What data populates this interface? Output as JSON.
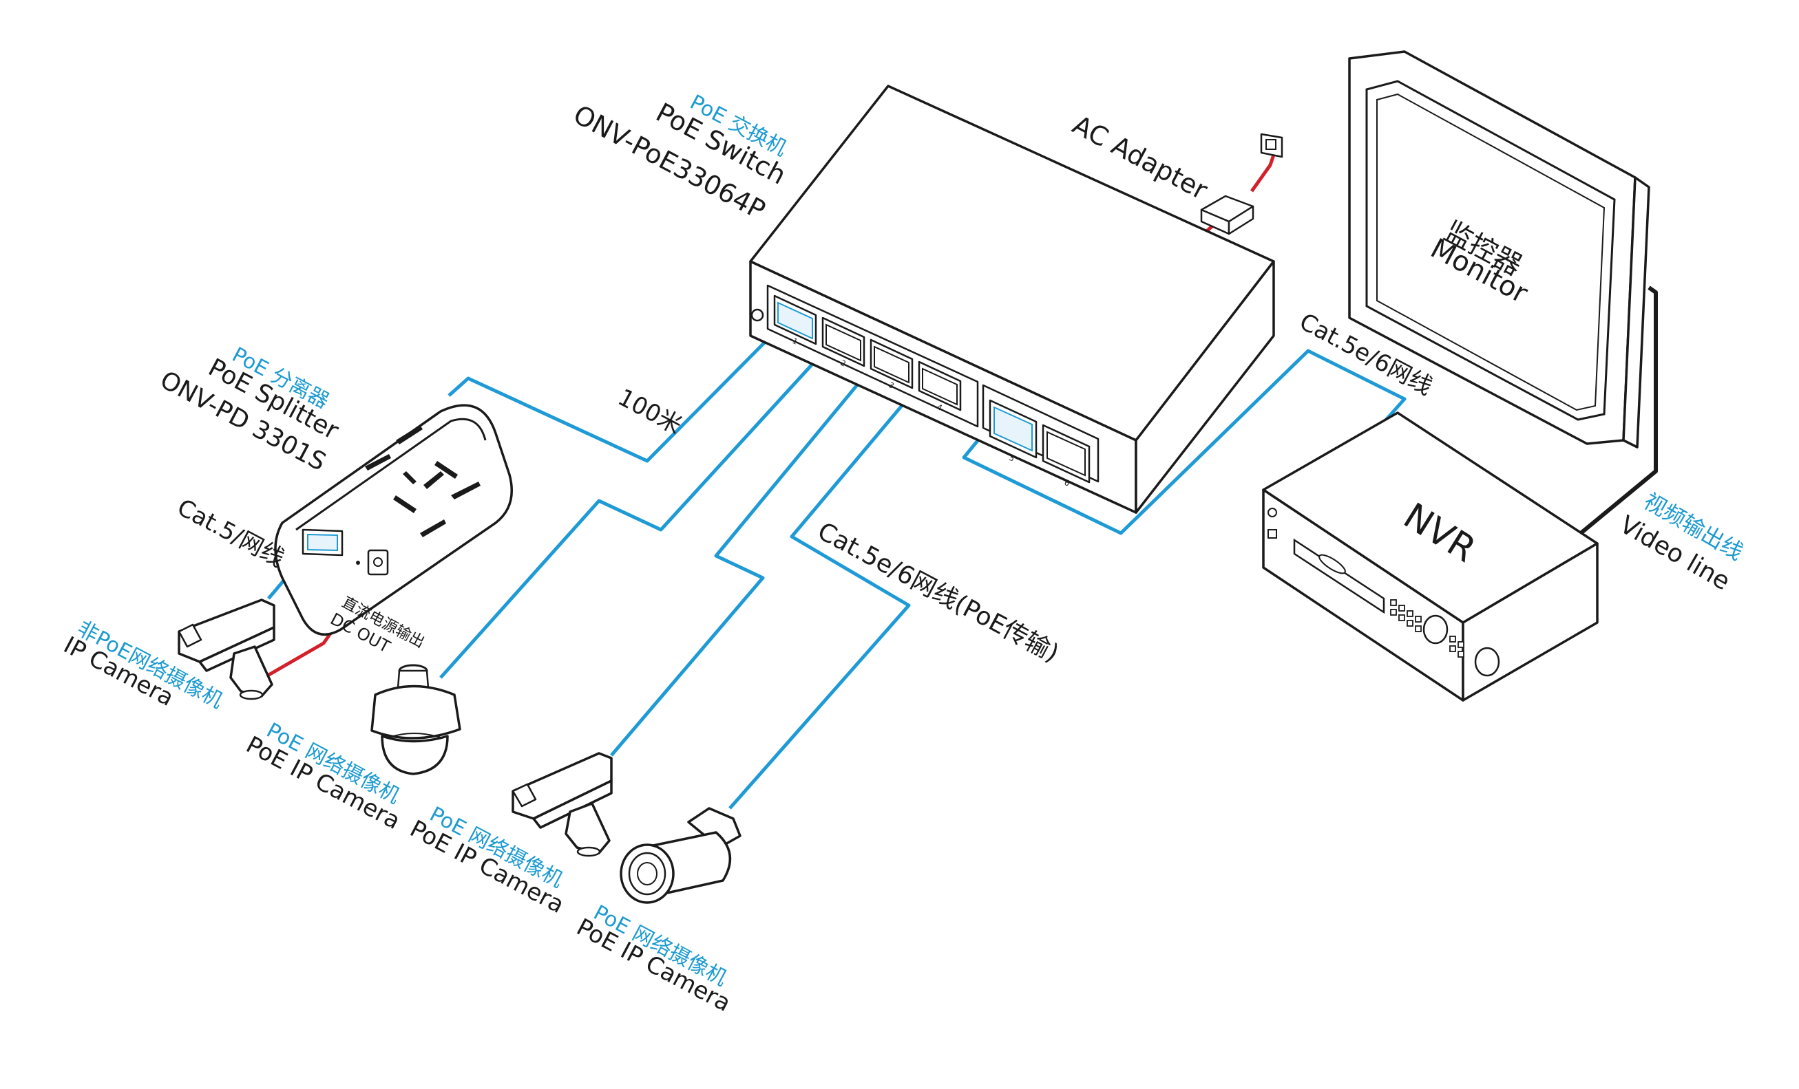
{
  "switch": {
    "title_cn": "PoE 交换机",
    "title_en": "PoE  Switch",
    "model": "ONV-PoE33064P",
    "port_numbers": [
      "1",
      "2",
      "3",
      "4",
      "5",
      "6"
    ]
  },
  "ac_adapter": {
    "label": "AC Adapter"
  },
  "monitor": {
    "label_cn": "监控器",
    "label_en": "Monitor"
  },
  "nvr": {
    "label": "NVR"
  },
  "video_line": {
    "label_cn": "视频输出线",
    "label_en": "Video line"
  },
  "uplink_cable": {
    "label": "Cat.5e/6网线"
  },
  "distance": {
    "label": "100米"
  },
  "poe_cable": {
    "label": "Cat.5e/6网线(PoE传输)"
  },
  "splitter": {
    "title_cn": "PoE 分离器",
    "title_en": "PoE Splitter",
    "model": "ONV-PD 3301S",
    "dc_out_cn": "直流电源输出",
    "dc_out_en": "DC OUT"
  },
  "cat5_cable": {
    "label": "Cat.5/网线"
  },
  "non_poe_camera": {
    "label_cn": "非PoE网络摄像机",
    "label_en": "IP Camera"
  },
  "poe_camera_1": {
    "label_cn": "PoE 网络摄像机",
    "label_en": "PoE IP Camera"
  },
  "poe_camera_2": {
    "label_cn": "PoE 网络摄像机",
    "label_en": "PoE IP Camera"
  },
  "poe_camera_3": {
    "label_cn": "PoE 网络摄像机",
    "label_en": "PoE IP Camera"
  },
  "colors": {
    "label_blue": "#1d9bd1",
    "cable_blue": "#1e9ad6",
    "power_red": "#d4202a",
    "line_dark": "#1a1a1a"
  }
}
